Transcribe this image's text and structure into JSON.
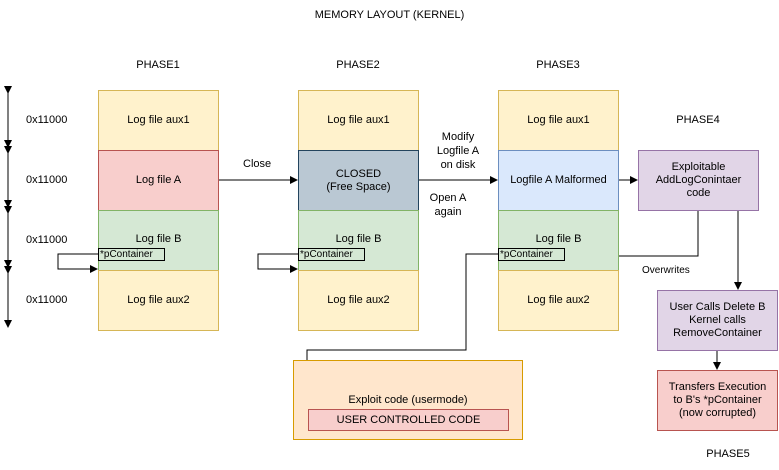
{
  "title": "MEMORY LAYOUT (KERNEL)",
  "phases": {
    "p1": "PHASE1",
    "p2": "PHASE2",
    "p3": "PHASE3",
    "p4": "PHASE4",
    "p5": "PHASE5"
  },
  "sizes": [
    "0x11000",
    "0x11000",
    "0x11000",
    "0x11000"
  ],
  "column1": {
    "aux1": "Log file aux1",
    "a": "Log file A",
    "b": "Log file B",
    "aux2": "Log file aux2",
    "ptr": "*pContainer"
  },
  "column2": {
    "aux1": "Log file aux1",
    "closed": "CLOSED\n(Free Space)",
    "b": "Log file B",
    "aux2": "Log file aux2",
    "ptr": "*pContainer"
  },
  "column3": {
    "aux1": "Log file aux1",
    "a_malformed": "Logfile A Malformed",
    "b": "Log file B",
    "aux2": "Log file aux2",
    "ptr": "*pContainer"
  },
  "edges": {
    "close": "Close",
    "modify": "Modify\nLogfile A\non disk",
    "open_again": "Open A\nagain",
    "overwrites": "Overwrites"
  },
  "phase4": {
    "exploitable": "Exploitable\nAddLogConintaer\ncode",
    "delete": "User Calls Delete B\nKernel calls\nRemoveContainer"
  },
  "phase5": {
    "transfers": "Transfers Execution\nto B's *pContainer\n(now corrupted)"
  },
  "exploit": {
    "title": "Exploit code (usermode)",
    "user_code": "USER CONTROLLED CODE"
  },
  "colors": {
    "yellow": "#fff2cc",
    "red": "#f8cecc",
    "green": "#d5e8d4",
    "grey": "#bac8d3",
    "blue": "#dae8fc",
    "purple": "#e1d5e7",
    "orange": "#ffe6cc"
  }
}
